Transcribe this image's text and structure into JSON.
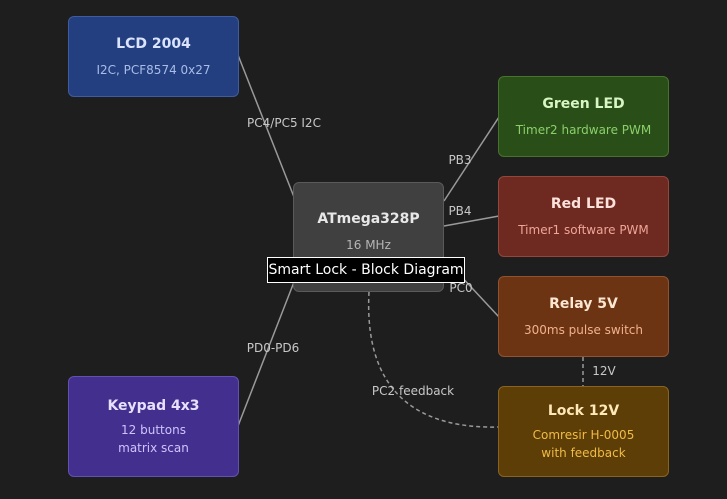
{
  "caption": "Smart Lock - Block Diagram",
  "nodes": {
    "lcd": {
      "title": "LCD 2004",
      "subtitle": "I2C, PCF8574 0x27"
    },
    "mcu": {
      "title": "ATmega328P",
      "subtitle": "16 MHz"
    },
    "green_led": {
      "title": "Green LED",
      "subtitle": "Timer2 hardware PWM"
    },
    "red_led": {
      "title": "Red LED",
      "subtitle": "Timer1 software PWM"
    },
    "relay": {
      "title": "Relay 5V",
      "subtitle": "300ms pulse switch"
    },
    "lock": {
      "title": "Lock 12V",
      "subtitle_1": "Comresir H-0005",
      "subtitle_2": "with feedback"
    },
    "keypad": {
      "title": "Keypad 4x3",
      "subtitle_1": "12 buttons",
      "subtitle_2": "matrix scan"
    }
  },
  "edges": {
    "mcu_lcd": "PC4/PC5 I2C",
    "mcu_green": "PB3",
    "mcu_red": "PB4",
    "mcu_relay": "PC0",
    "mcu_keypad": "PD0-PD6",
    "relay_lock": "12V",
    "lock_mcu_feedback": "PC2 feedback"
  },
  "colors": {
    "background": "#1e1e1e",
    "edge": "#9a9a9a",
    "lcd": "#233f80",
    "mcu": "#404040",
    "green_led": "#2a4e18",
    "red_led": "#6e2a20",
    "relay": "#6d3414",
    "lock": "#5e3e07",
    "keypad": "#432f8e"
  }
}
